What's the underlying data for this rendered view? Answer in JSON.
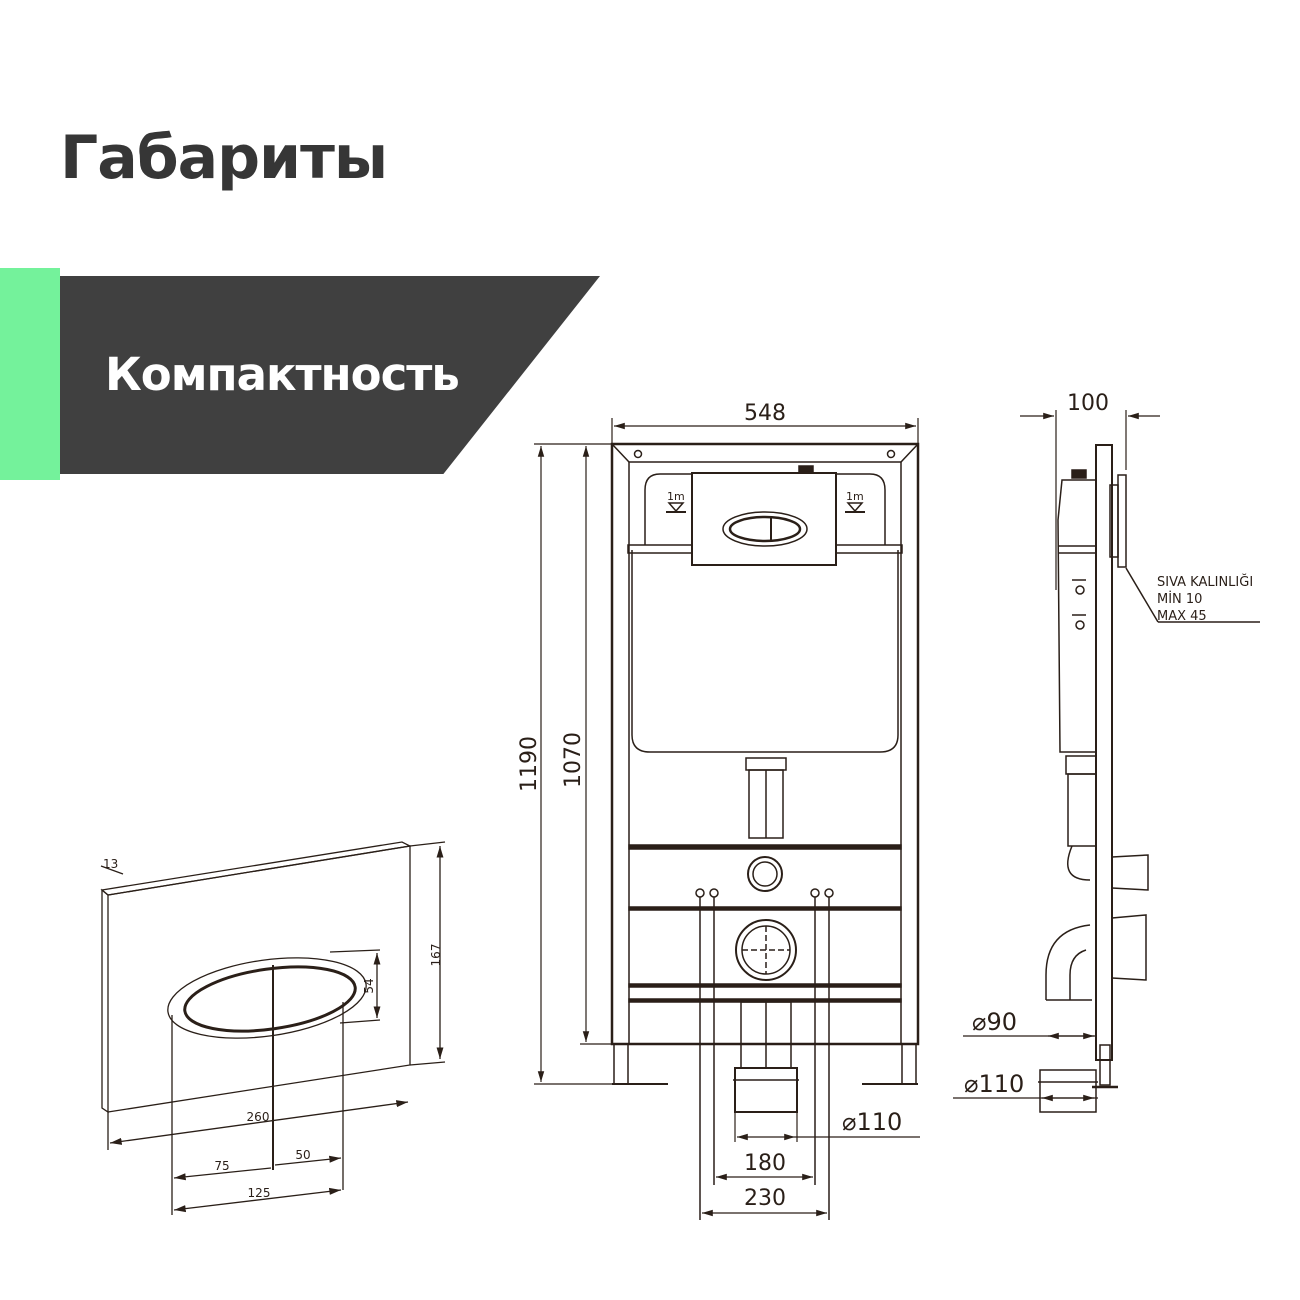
{
  "header": {
    "title": "Габариты"
  },
  "banner": {
    "label": "Компактность",
    "accent_color": "#74f29b",
    "background_color": "#404040"
  },
  "front_view": {
    "width_label": "548",
    "height_total_label": "1190",
    "height_frame_label": "1070",
    "outlet_label": "⌀110",
    "spacing_inner_label": "180",
    "spacing_outer_label": "230",
    "marker_labels": [
      "1m",
      "1m"
    ]
  },
  "side_view": {
    "depth_label": "100",
    "note_lines": [
      "SIVA KALINLIĞI",
      "MİN  10",
      "MAX 45"
    ],
    "pipe_small_label": "⌀90",
    "pipe_large_label": "⌀110"
  },
  "button_panel": {
    "thickness_label": "13",
    "height_label": "167",
    "button_height_label": "54",
    "width_label": "260",
    "left_label": "75",
    "right_label": "50",
    "button_width_label": "125"
  },
  "colors": {
    "line": "#2a1f18",
    "title": "#363636"
  }
}
